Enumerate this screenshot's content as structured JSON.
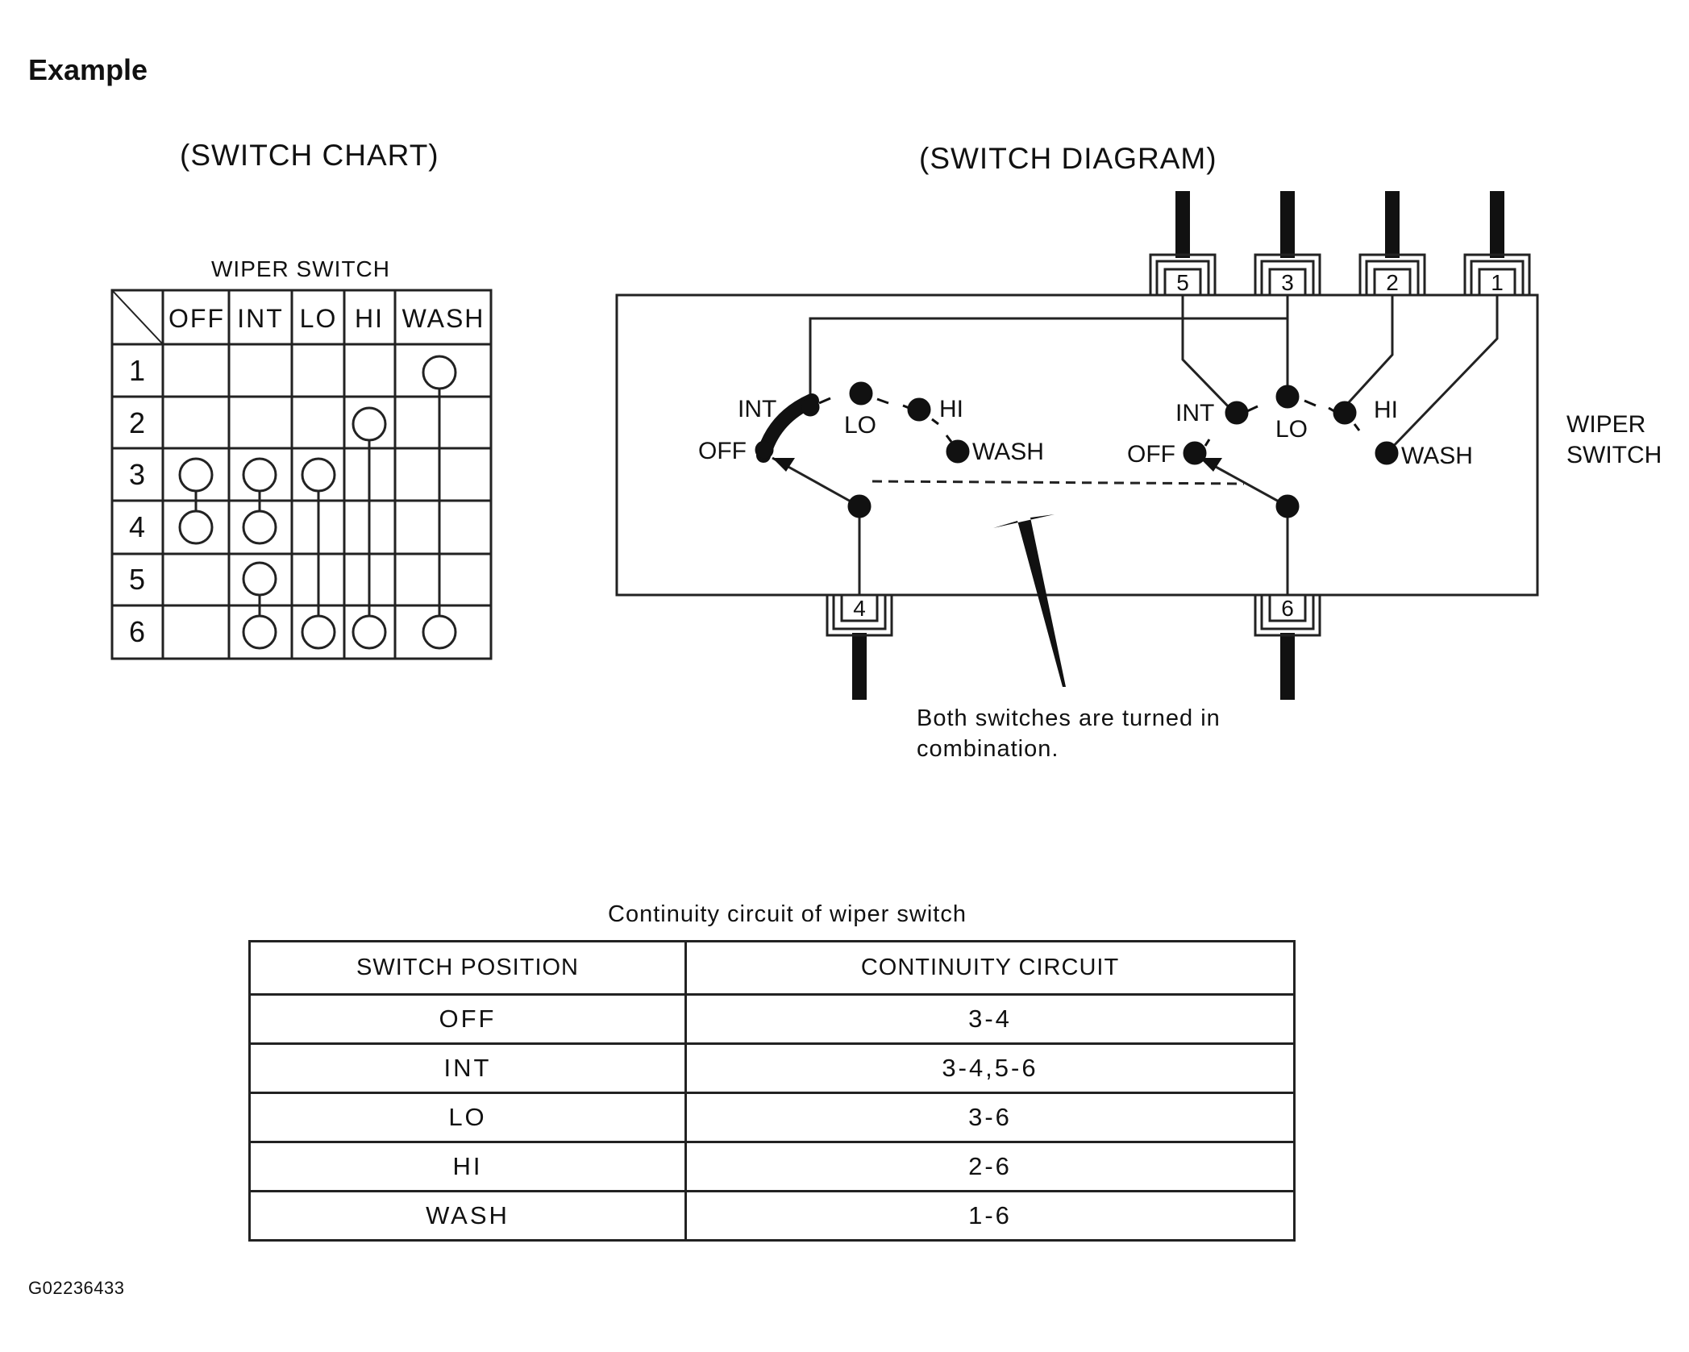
{
  "page": {
    "title": "Example",
    "reference_code": "G02236433"
  },
  "switch_chart": {
    "heading": "(SWITCH CHART)",
    "table_title": "WIPER SWITCH",
    "columns": [
      "OFF",
      "INT",
      "LO",
      "HI",
      "WASH"
    ],
    "rows": [
      "1",
      "2",
      "3",
      "4",
      "5",
      "6"
    ],
    "connections": [
      {
        "column": "OFF",
        "terminals": [
          "3",
          "4"
        ]
      },
      {
        "column": "INT",
        "terminals": [
          "3",
          "4"
        ]
      },
      {
        "column": "INT",
        "terminals": [
          "5",
          "6"
        ]
      },
      {
        "column": "LO",
        "terminals": [
          "3",
          "6"
        ]
      },
      {
        "column": "HI",
        "terminals": [
          "2",
          "6"
        ]
      },
      {
        "column": "WASH",
        "terminals": [
          "1",
          "6"
        ]
      }
    ]
  },
  "switch_diagram": {
    "heading": "(SWITCH DIAGRAM)",
    "component_label_line1": "WIPER",
    "component_label_line2": "SWITCH",
    "top_terminals": [
      "5",
      "3",
      "2",
      "1"
    ],
    "bottom_terminals": [
      "4",
      "6"
    ],
    "left_switch_positions": [
      "INT",
      "OFF",
      "LO",
      "HI",
      "WASH"
    ],
    "right_switch_positions": [
      "INT",
      "OFF",
      "LO",
      "HI",
      "WASH"
    ],
    "note_line1": "Both switches are turned in",
    "note_line2": "combination."
  },
  "continuity_table": {
    "caption": "Continuity circuit of wiper switch",
    "headers": [
      "SWITCH POSITION",
      "CONTINUITY CIRCUIT"
    ],
    "rows": [
      {
        "position": "OFF",
        "circuit": "3-4"
      },
      {
        "position": "INT",
        "circuit": "3-4,5-6"
      },
      {
        "position": "LO",
        "circuit": "3-6"
      },
      {
        "position": "HI",
        "circuit": "2-6"
      },
      {
        "position": "WASH",
        "circuit": "1-6"
      }
    ]
  }
}
